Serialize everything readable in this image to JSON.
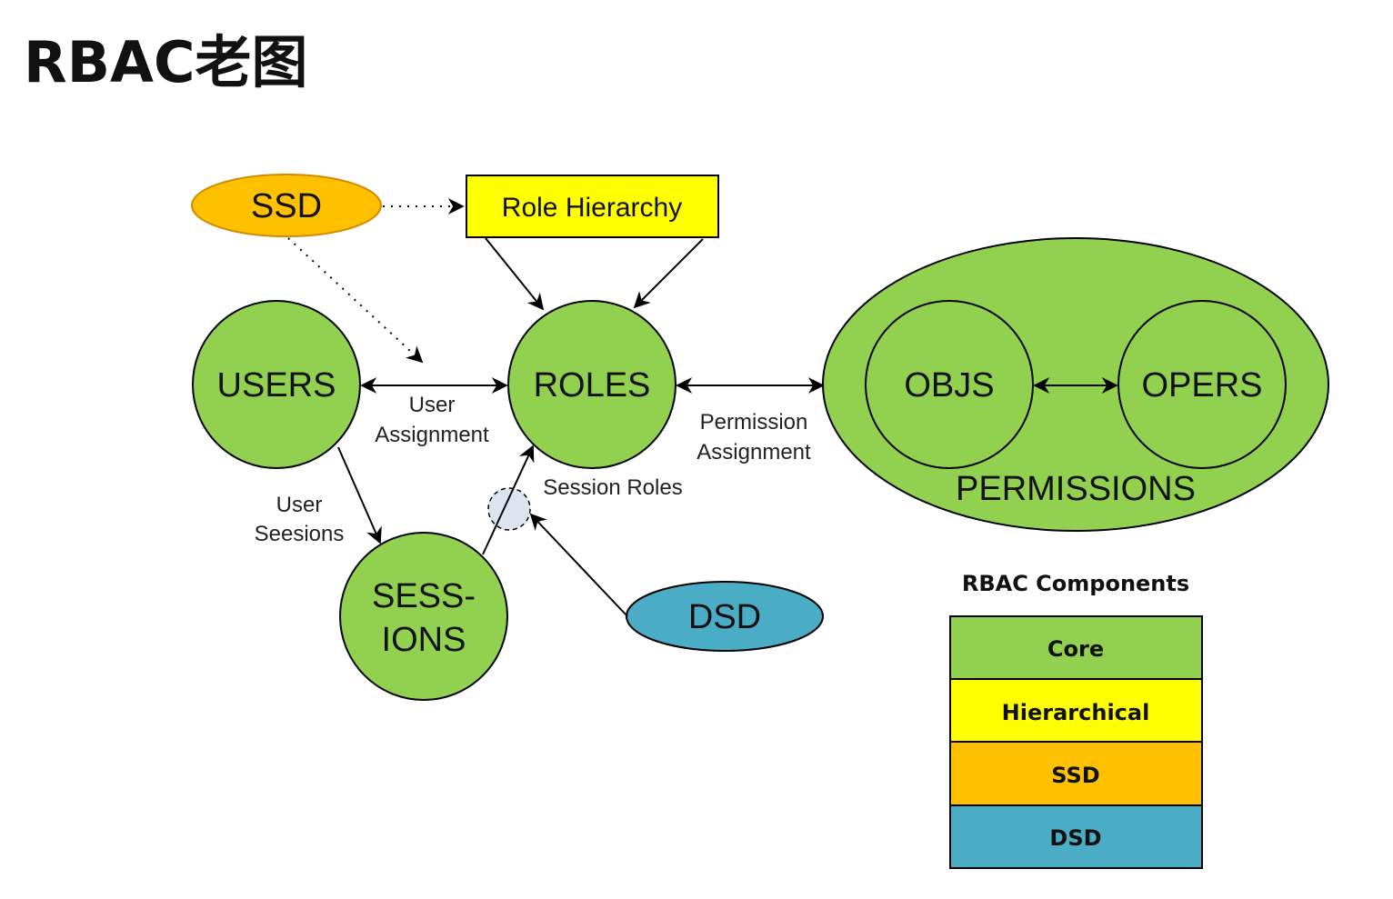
{
  "page": {
    "title": "RBAC老图"
  },
  "diagram": {
    "nodes": {
      "ssd": "SSD",
      "role_hierarchy": "Role Hierarchy",
      "users": "USERS",
      "roles": "ROLES",
      "sessions_line1": "SESS-",
      "sessions_line2": "IONS",
      "dsd": "DSD",
      "objs": "OBJS",
      "opers": "OPERS",
      "permissions": "PERMISSIONS"
    },
    "edge_labels": {
      "user_assignment_1": "User",
      "user_assignment_2": "Assignment",
      "permission_assignment_1": "Permission",
      "permission_assignment_2": "Assignment",
      "session_roles": "Session Roles",
      "user_sessions_1": "User",
      "user_sessions_2": "Seesions"
    }
  },
  "legend": {
    "title": "RBAC Components",
    "items": [
      {
        "label": "Core",
        "color": "#92d050"
      },
      {
        "label": "Hierarchical",
        "color": "#ffff00"
      },
      {
        "label": "SSD",
        "color": "#ffc000"
      },
      {
        "label": "DSD",
        "color": "#4bacc6"
      }
    ]
  },
  "colors": {
    "core": "#92d050",
    "hierarchical": "#ffff00",
    "ssd": "#ffc000",
    "dsd": "#4bacc6",
    "session_dot": "#dde4f0"
  }
}
